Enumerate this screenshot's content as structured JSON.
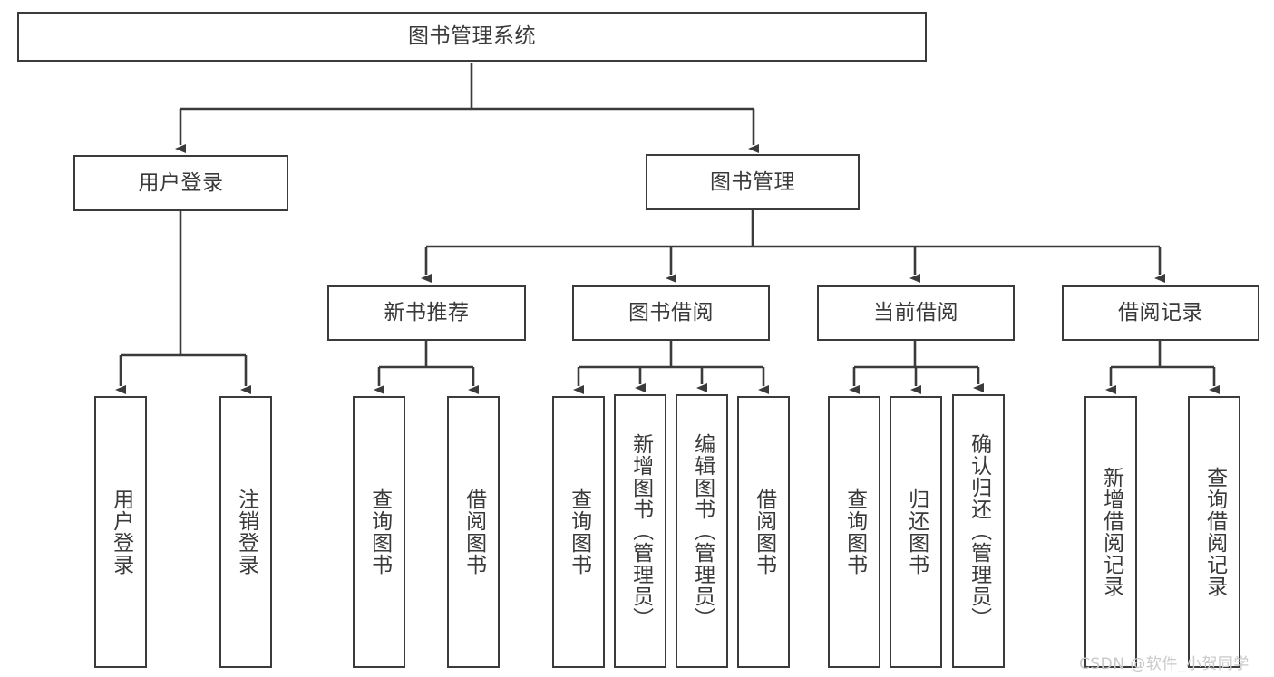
{
  "diagram": {
    "title": "图书管理系统",
    "type": "tree-hierarchy",
    "orientation": "top-down"
  },
  "root": {
    "label": "图书管理系统"
  },
  "level1": [
    {
      "label": "用户登录"
    },
    {
      "label": "图书管理"
    }
  ],
  "level2": [
    {
      "label": "新书推荐"
    },
    {
      "label": "图书借阅"
    },
    {
      "label": "当前借阅"
    },
    {
      "label": "借阅记录"
    }
  ],
  "leaves": {
    "user_login": [
      {
        "label": "用户登录"
      },
      {
        "label": "注销登录"
      }
    ],
    "new_book_recommend": [
      {
        "label": "查询图书"
      },
      {
        "label": "借阅图书"
      }
    ],
    "book_borrow": [
      {
        "label": "查询图书"
      },
      {
        "label": "新增图书（管理员）"
      },
      {
        "label": "编辑图书（管理员）"
      },
      {
        "label": "借阅图书"
      }
    ],
    "current_borrow": [
      {
        "label": "查询图书"
      },
      {
        "label": "归还图书"
      },
      {
        "label": "确认归还（管理员）"
      }
    ],
    "borrow_record": [
      {
        "label": "新增借阅记录"
      },
      {
        "label": "查询借阅记录"
      }
    ]
  },
  "watermark": {
    "text": "CSDN @软件_小贺同学"
  },
  "colors": {
    "stroke": "#3b3b3b",
    "text": "#3a3a3a",
    "background": "#ffffff",
    "watermark": "#c9c9c9"
  }
}
